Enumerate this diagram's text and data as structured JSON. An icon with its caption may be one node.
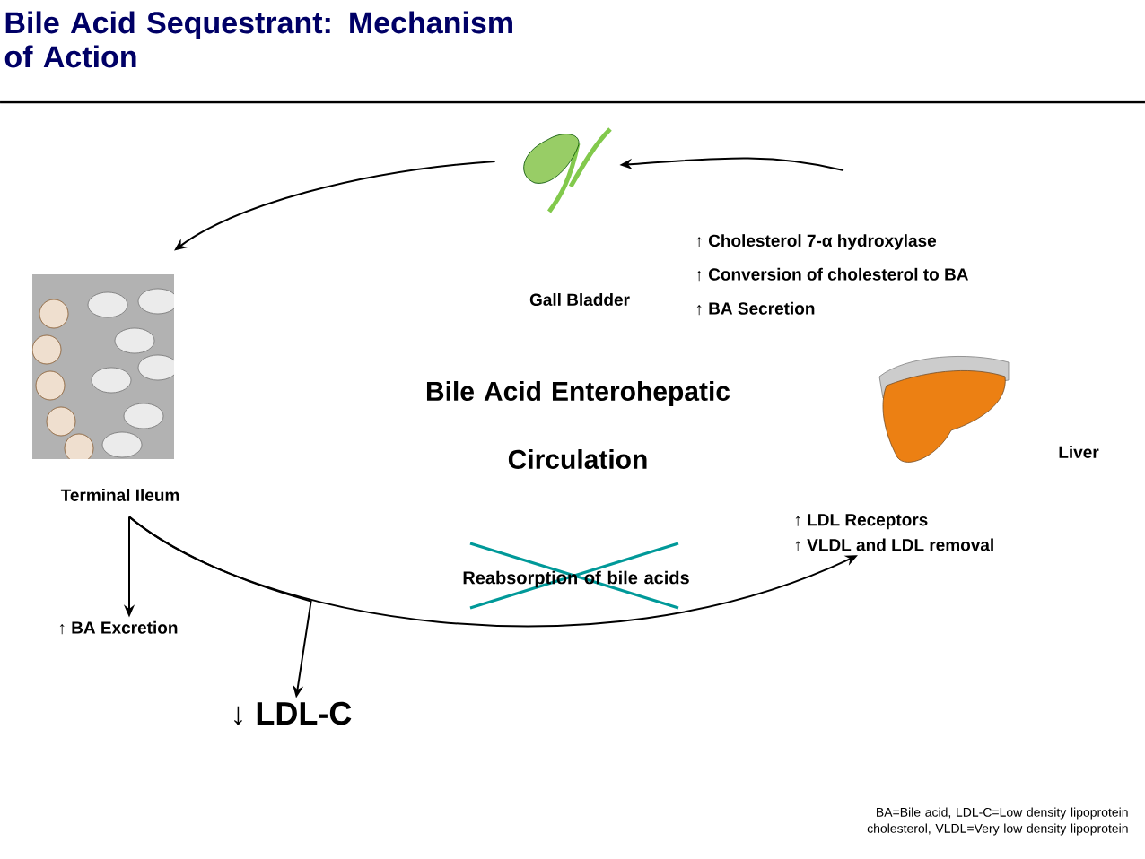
{
  "diagram": {
    "title": "Bile Acid Sequestrant: Mechanism of Action",
    "nodes": [
      {
        "text": [
          "Gall Bladder"
        ]
      },
      {
        "text": [
          "Terminal Ileum"
        ]
      },
      {
        "text": [
          "Liver"
        ]
      },
      {
        "text": [
          "↑ BA Excretion"
        ]
      },
      {
        "text": [
          "↓ LDL-C"
        ]
      },
      {
        "text": [
          "↑ LDL Receptors",
          "↑ VLDL and LDL removal"
        ]
      }
    ],
    "edges": [
      {
        "from": null,
        "to": 0,
        "arrow": "to"
      },
      {
        "from": 0,
        "to": 1,
        "arrow": "to"
      },
      {
        "from": 1,
        "to": 5,
        "arrow": "to"
      },
      {
        "from": 1,
        "to": 3,
        "arrow": "to"
      },
      {
        "from": 1,
        "to": 4,
        "arrow": "to"
      }
    ],
    "labels": [
      "↑ Cholesterol 7-α hydroxylase",
      "↑ Conversion of cholesterol to BA",
      "↑ BA Secretion",
      "Bile Acid Enterohepatic Circulation",
      "Reabsorption of bile acids",
      "BA=Bile acid, LDL-C=Low density lipoprotein cholesterol, VLDL=Very low density lipoprotein"
    ]
  }
}
